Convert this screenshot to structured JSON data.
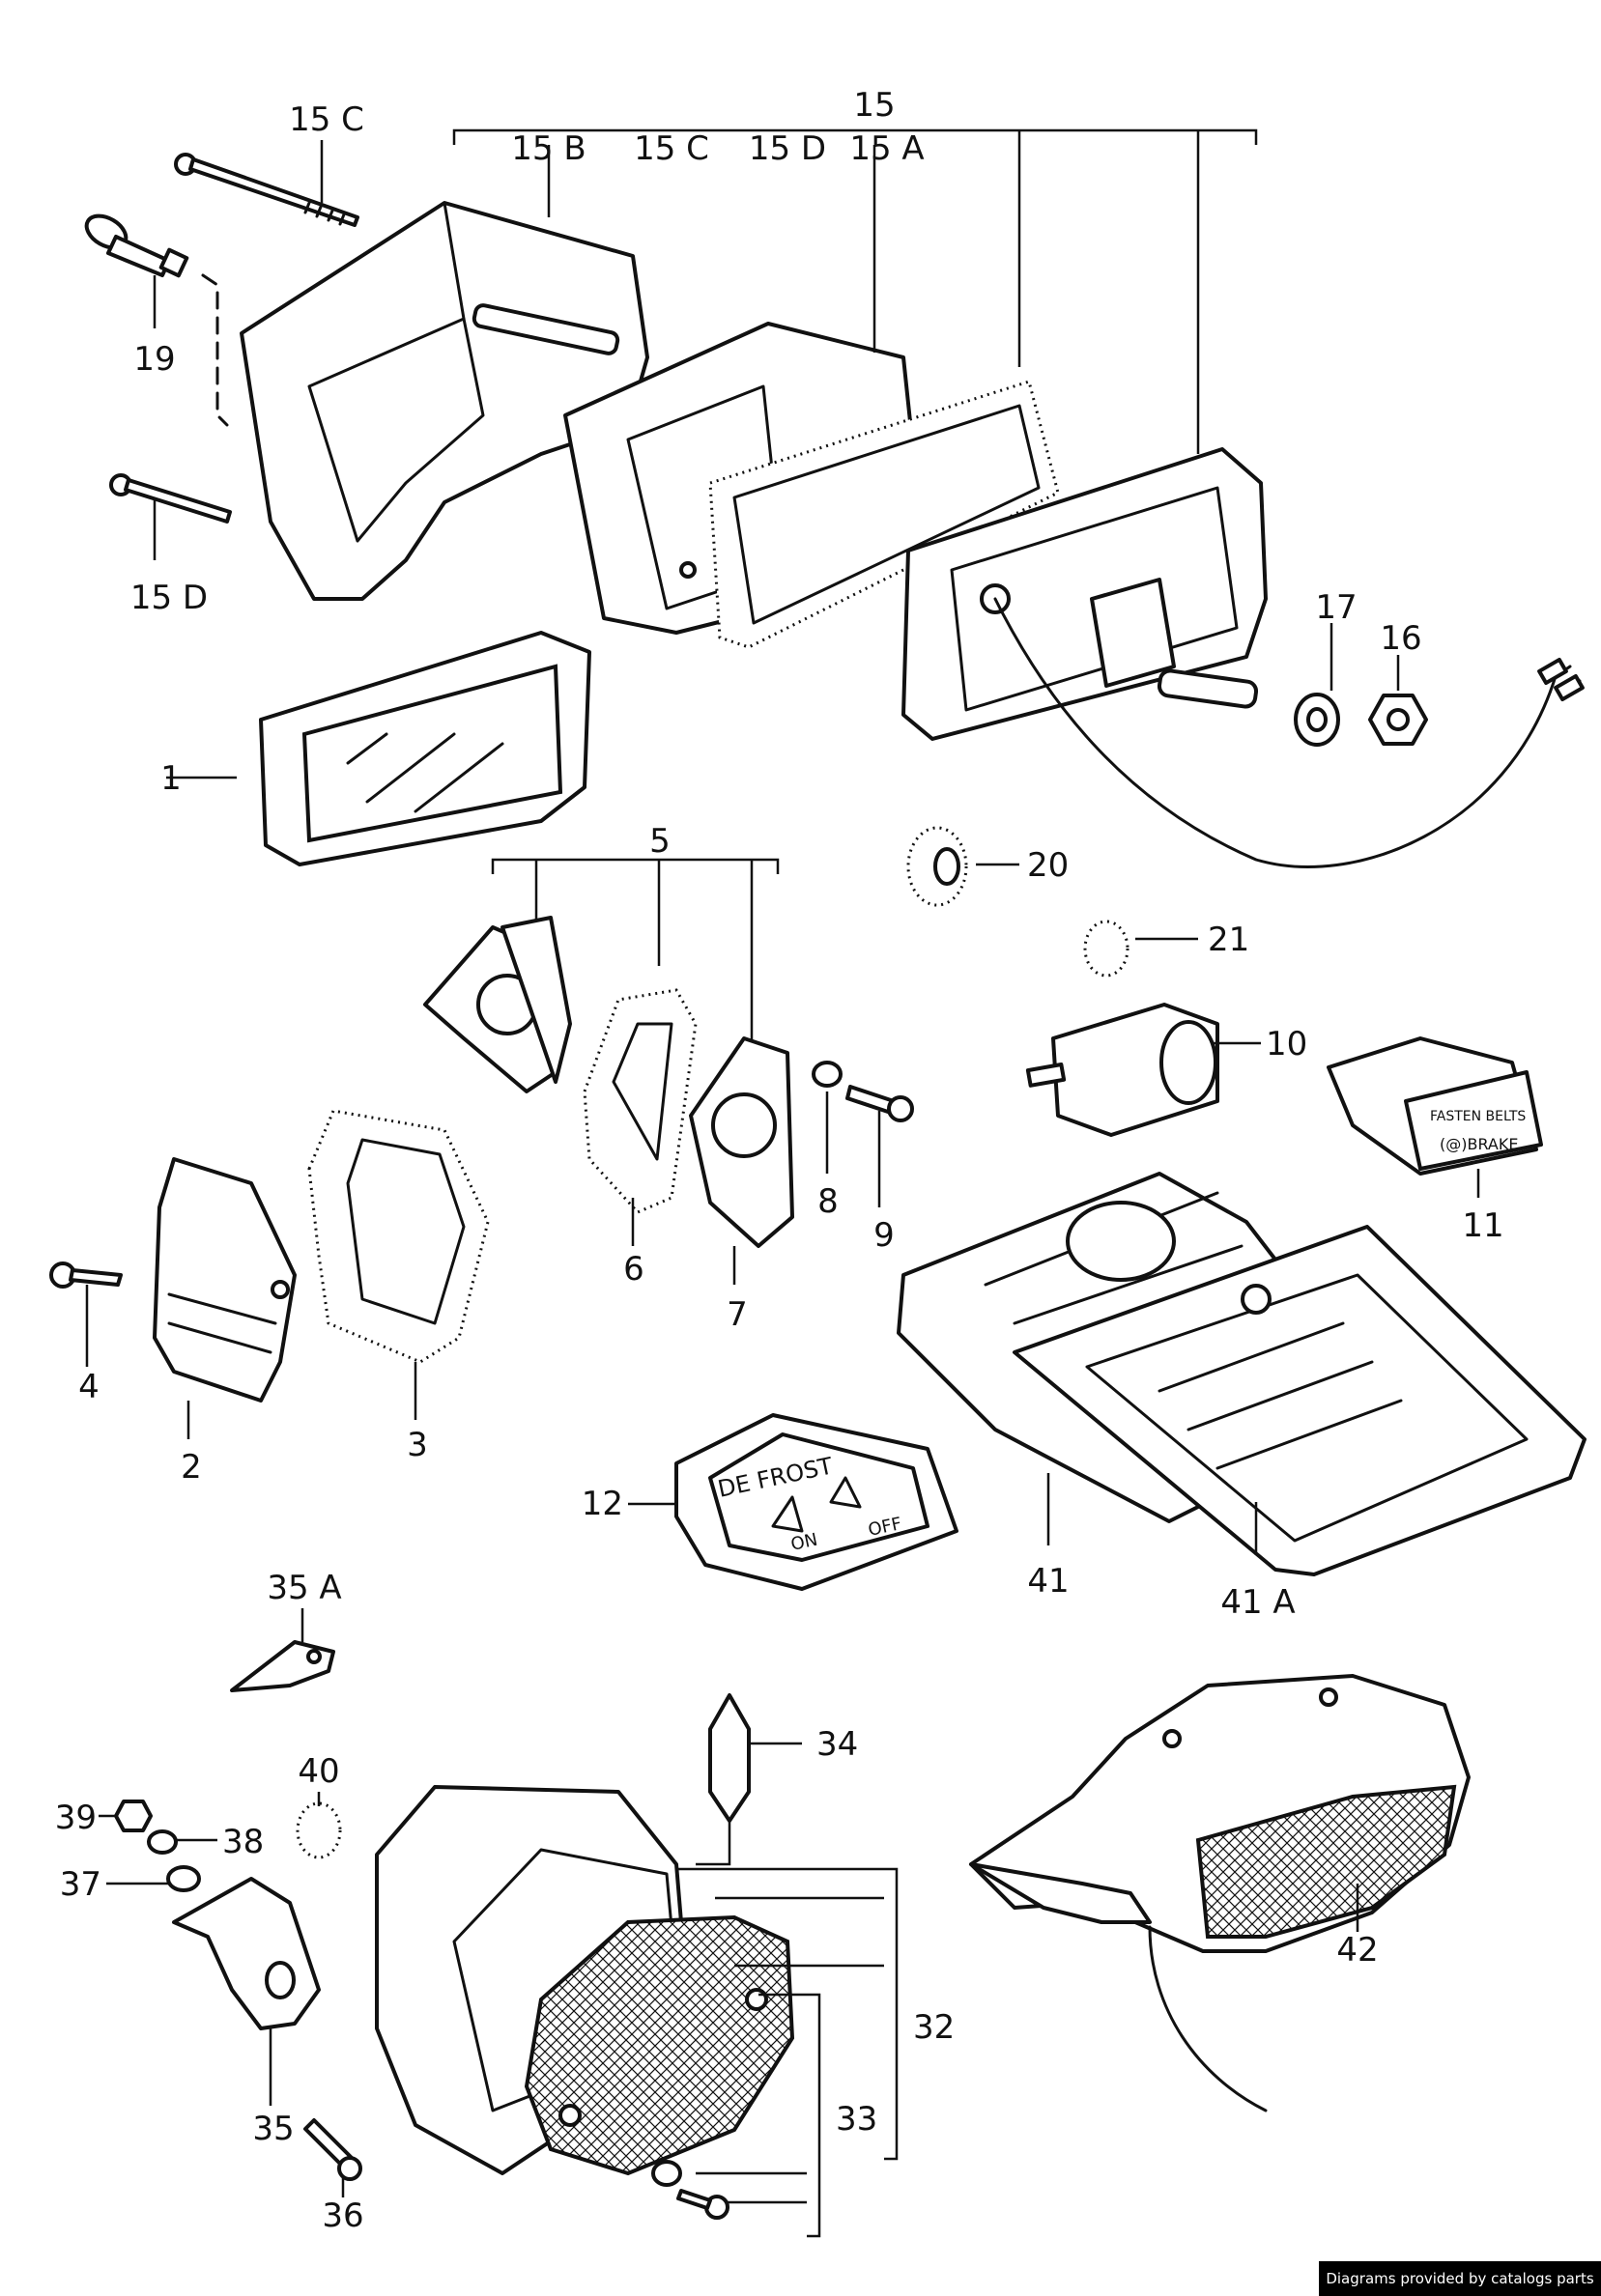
{
  "title": "",
  "footer": {
    "credit": "Diagrams provided by catalogs parts"
  },
  "labels": {
    "p1": "1",
    "p2": "2",
    "p3": "3",
    "p4": "4",
    "p5": "5",
    "p6": "6",
    "p7": "7",
    "p8": "8",
    "p9": "9",
    "p10": "10",
    "p11": "11",
    "p12": "12",
    "p15": "15",
    "p15a": "15 A",
    "p15b": "15 B",
    "p15c_top": "15 C",
    "p15c": "15 C",
    "p15d_top": "15 D",
    "p15d": "15 D",
    "p16": "16",
    "p17": "17",
    "p19": "19",
    "p20": "20",
    "p21": "21",
    "p32": "32",
    "p33": "33",
    "p34": "34",
    "p35": "35",
    "p35a": "35 A",
    "p36": "36",
    "p37": "37",
    "p38": "38",
    "p39": "39",
    "p40": "40",
    "p41": "41",
    "p41a": "41 A",
    "p42": "42"
  },
  "part_text": {
    "defrost": "DE FROST",
    "on": "ON",
    "off": "OFF",
    "fasten_belts": "FASTEN BELTS",
    "brake": "(@)BRAKE"
  },
  "colors": {
    "ink": "#111111",
    "paper": "#ffffff",
    "credit_bg": "#000000"
  }
}
